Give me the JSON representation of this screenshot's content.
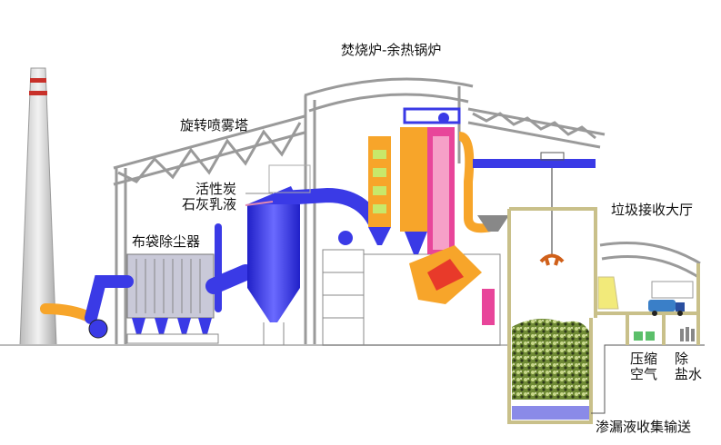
{
  "labels": {
    "incinerator_boiler": "焚烧炉-余热锅炉",
    "spray_tower": "旋转喷雾塔",
    "activated_carbon": "活性炭",
    "lime_slurry": "石灰乳液",
    "bag_filter": "布袋除尘器",
    "reception_hall": "垃圾接收大厅",
    "compressed_air_1": "压缩",
    "compressed_air_2": "空气",
    "demin_water_1": "除",
    "demin_water_2": "盐水",
    "leachate": "渗漏液收集输送"
  },
  "colors": {
    "duct_blue": "#3a3ae6",
    "boiler_orange": "#f7a52a",
    "boiler_pink": "#e8459a",
    "truss_grey": "#9a9a9a",
    "structure_khaki": "#c9c08a",
    "chimney_red": "#c8312a",
    "leachate_blue": "#8a8ae8",
    "garbage_green": "#7a8f3a"
  }
}
